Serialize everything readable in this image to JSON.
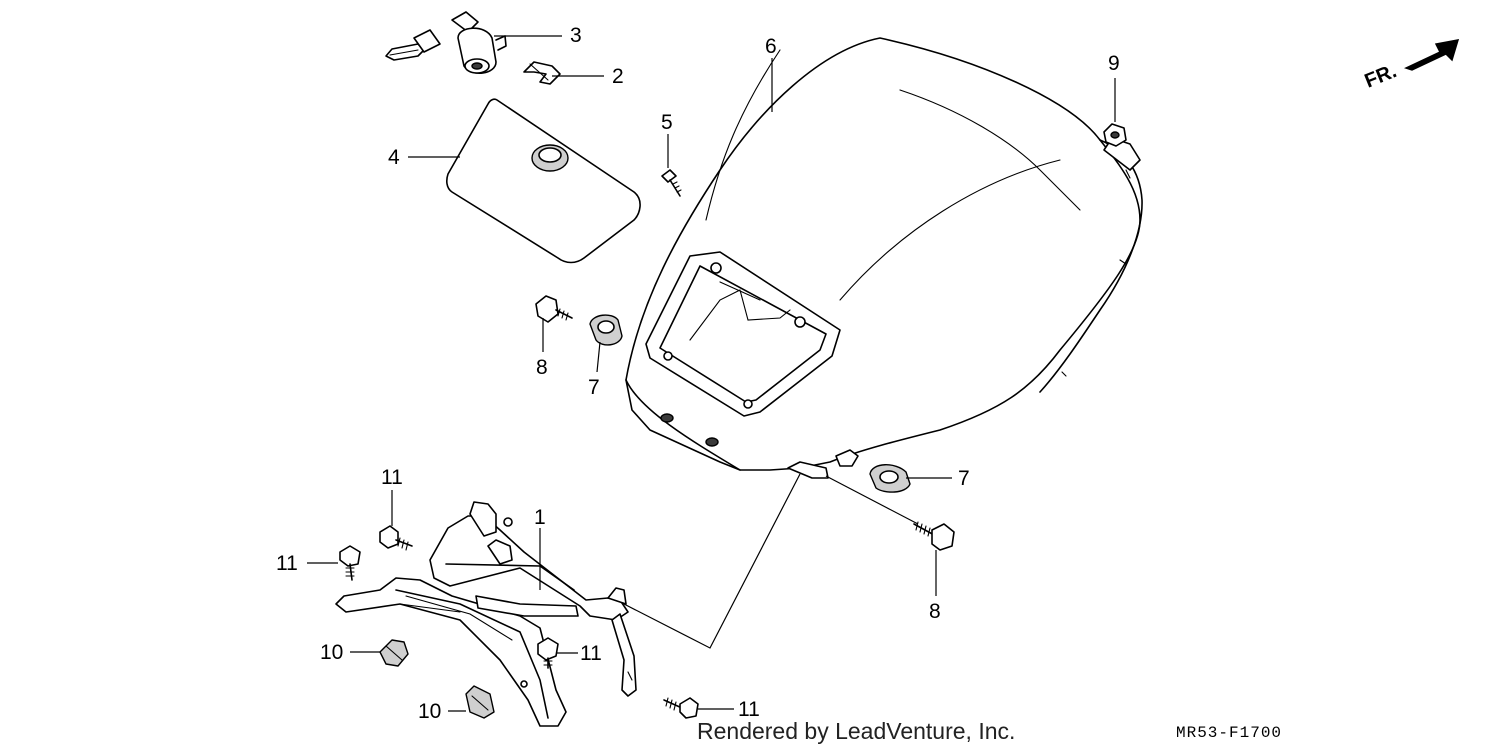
{
  "diagram": {
    "callouts": {
      "n1": "1",
      "n2": "2",
      "n3": "3",
      "n4": "4",
      "n5": "5",
      "n6": "6",
      "n7a": "7",
      "n7b": "7",
      "n8a": "8",
      "n8b": "8",
      "n9": "9",
      "n10a": "10",
      "n10b": "10",
      "n11a": "11",
      "n11b": "11",
      "n11c": "11",
      "n11d": "11"
    },
    "direction_label": "FR.",
    "footer_credit": "Rendered by LeadVenture, Inc.",
    "diagram_code": "MR53-F1700"
  }
}
